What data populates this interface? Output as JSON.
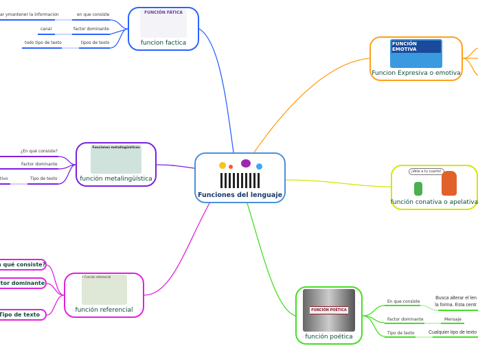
{
  "center": {
    "title": "Funciones del lenguaje",
    "color": "#4a90d9"
  },
  "factica": {
    "title": "funcion factica",
    "image_caption": "FUNCIÓN FÁTICA",
    "color": "#2962ff",
    "leaves": [
      {
        "label": "en que consiste",
        "value": "ar ymantener la informacion"
      },
      {
        "label": "factor dominante",
        "value": "canal"
      },
      {
        "label": "tipos de texto",
        "value": "todo tipo de texto"
      }
    ]
  },
  "emotiva": {
    "title": "Funcion Expresiva o emotiva",
    "image_caption": "FUNCIÓN EMOTIVA",
    "color": "#ff9f1a"
  },
  "conativa": {
    "title": "función conativa o apelativa",
    "image_caption": "¡Vete a tu cuarto!",
    "color": "#d4e600"
  },
  "metalinguistica": {
    "title": "función metalingüística",
    "image_caption": "Funciones metalingüísticas",
    "color": "#7b1fe0",
    "leaves": [
      {
        "label": "¿En qué consiste?",
        "value": ""
      },
      {
        "label": "Factor dominante",
        "value": ""
      },
      {
        "label": "Tipo de texto",
        "value": "tivo"
      }
    ]
  },
  "referencial": {
    "title": "función referencial",
    "image_caption": "• Función referencial",
    "color": "#e020e0",
    "leaves": [
      {
        "label": "n qué consiste?"
      },
      {
        "label": "ctor dominante"
      },
      {
        "label": "Tipo de texto"
      }
    ]
  },
  "poetica": {
    "title": "función poética",
    "image_caption": "FUNCIÓN POÉTICA",
    "color": "#44dd22",
    "leaves": [
      {
        "label": "En que consiste",
        "value": "Busca alterar el len",
        "value2": "la forma. Esta centr"
      },
      {
        "label": "Factor dominante",
        "value": "Mensaje"
      },
      {
        "label": "Tipo de texto",
        "value": "Cualquier tipo de texto"
      }
    ]
  }
}
